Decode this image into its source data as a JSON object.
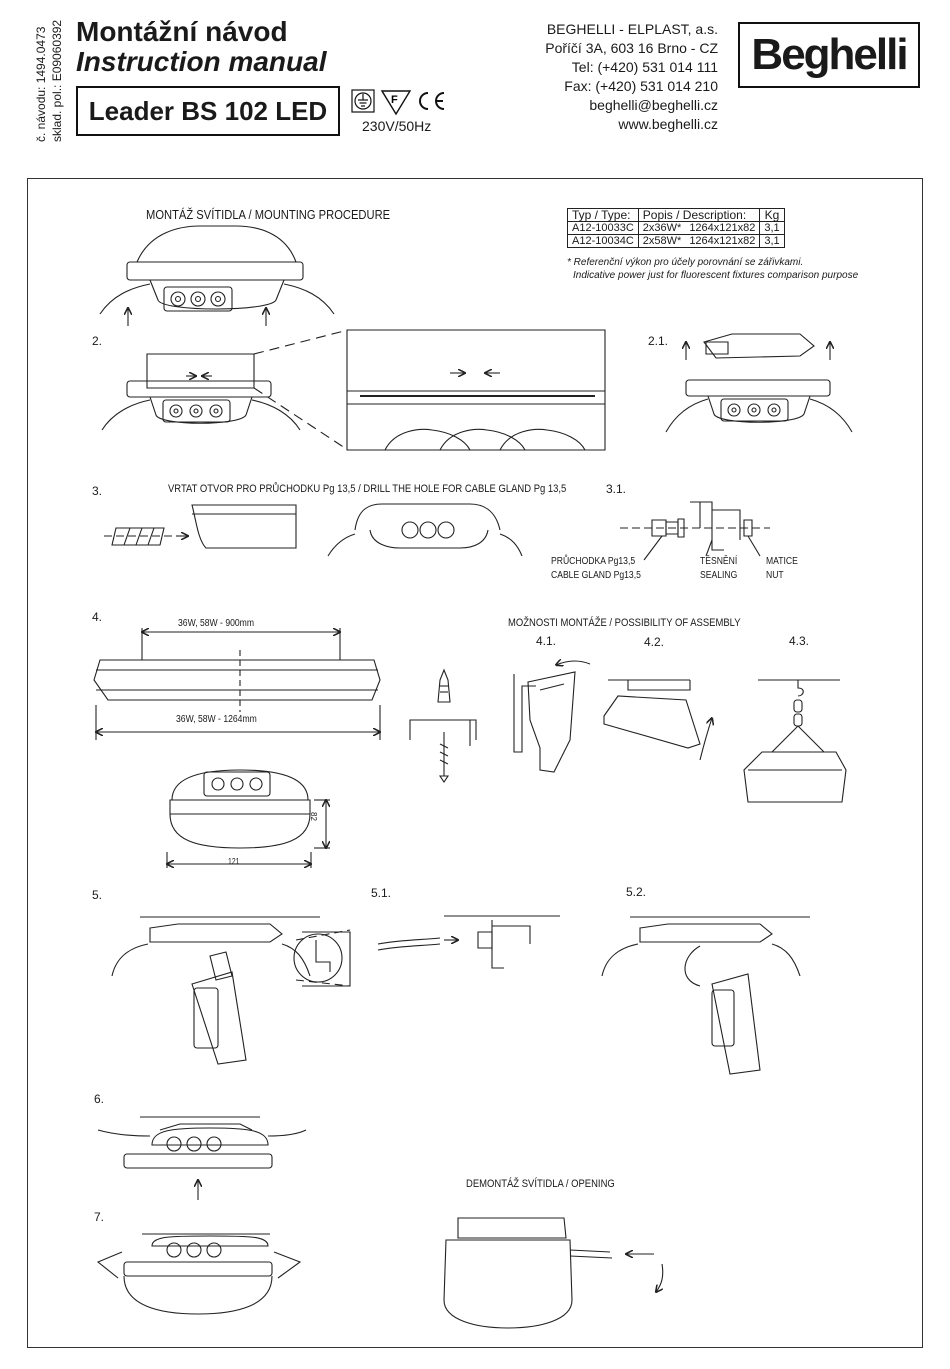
{
  "header": {
    "side_line1": "č. návodu: 1494.0473",
    "side_line2": "sklad. pol.: E09060392",
    "title_cz": "Montážní návod",
    "title_en": "Instruction manual",
    "model": "Leader BS 102 LED",
    "voltage": "230V/50Hz",
    "certification_icons": [
      "ground-terminal-icon",
      "f-mark-icon",
      "ce-mark-icon"
    ]
  },
  "company": {
    "name": "BEGHELLI - ELPLAST, a.s.",
    "address": "Poříčí 3A, 603 16 Brno - CZ",
    "tel": "Tel: (+420) 531 014 111",
    "fax": "Fax: (+420) 531 014 210",
    "email": "beghelli@beghelli.cz",
    "web": "www.beghelli.cz",
    "logo": "Beghelli"
  },
  "spec_table": {
    "headers": [
      "Typ / Type:",
      "Popis / Description:",
      "Kg"
    ],
    "rows": [
      [
        "A12-10033C",
        "2x36W*",
        "1264x121x82",
        "3,1"
      ],
      [
        "A12-10034C",
        "2x58W*",
        "1264x121x82",
        "3,1"
      ]
    ],
    "note_cz": "* Referenční výkon pro účely porovnání se zářivkami.",
    "note_en": "Indicative power just for fluorescent fixtures comparison purpose"
  },
  "sections": {
    "mounting": "MONTÁŽ SVÍTIDLA / MOUNTING PROCEDURE",
    "step2": "2.",
    "step2_1": "2.1.",
    "step3": "3.",
    "step3_title": "VRTAT OTVOR PRO PRŮCHODKU Pg 13,5 / DRILL THE HOLE FOR CABLE GLAND Pg 13,5",
    "step3_1": "3.1.",
    "gland_cz": "PRŮCHODKA Pg13,5",
    "gland_en": "CABLE GLAND Pg13,5",
    "sealing_cz": "TĚSNĚNÍ",
    "sealing_en": "SEALING",
    "nut_cz": "MATICE",
    "nut_en": "NUT",
    "step4": "4.",
    "dim_900": "36W, 58W - 900mm",
    "dim_1264": "36W, 58W - 1264mm",
    "dim_121": "121",
    "dim_82": "82",
    "assembly": "MOŽNOSTI MONTÁŽE / POSSIBILITY OF ASSEMBLY",
    "step4_1": "4.1.",
    "step4_2": "4.2.",
    "step4_3": "4.3.",
    "step5": "5.",
    "step5_1": "5.1.",
    "step5_2": "5.2.",
    "step6": "6.",
    "step7": "7.",
    "opening": "DEMONTÁŽ SVÍTIDLA / OPENING"
  }
}
